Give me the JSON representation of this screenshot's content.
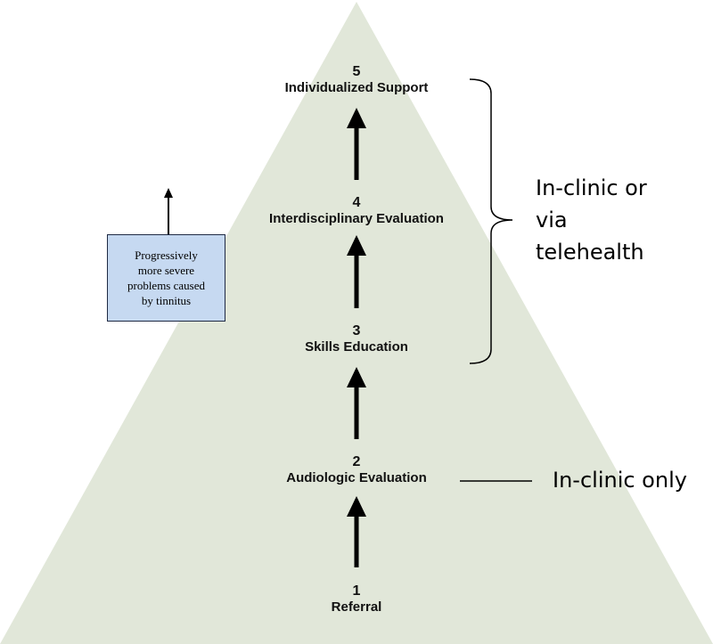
{
  "colors": {
    "pyramid_fill": "#e1e7d9",
    "severity_box_fill": "#c6d9f1",
    "arrow": "#000000"
  },
  "levels": [
    {
      "number": "1",
      "name": "Referral"
    },
    {
      "number": "2",
      "name": "Audiologic Evaluation"
    },
    {
      "number": "3",
      "name": "Skills Education"
    },
    {
      "number": "4",
      "name": "Interdisciplinary Evaluation"
    },
    {
      "number": "5",
      "name": "Individualized Support"
    }
  ],
  "annotations": {
    "telehealth": {
      "line1": "In-clinic or",
      "line2": "via",
      "line3": "telehealth",
      "spans_levels": [
        "3",
        "4",
        "5"
      ]
    },
    "clinic_only": {
      "text": "In-clinic only",
      "applies_to_level": "2"
    }
  },
  "severity_box": {
    "line1": "Progressively",
    "line2": "more severe",
    "line3": "problems caused",
    "line4": "by tinnitus"
  }
}
